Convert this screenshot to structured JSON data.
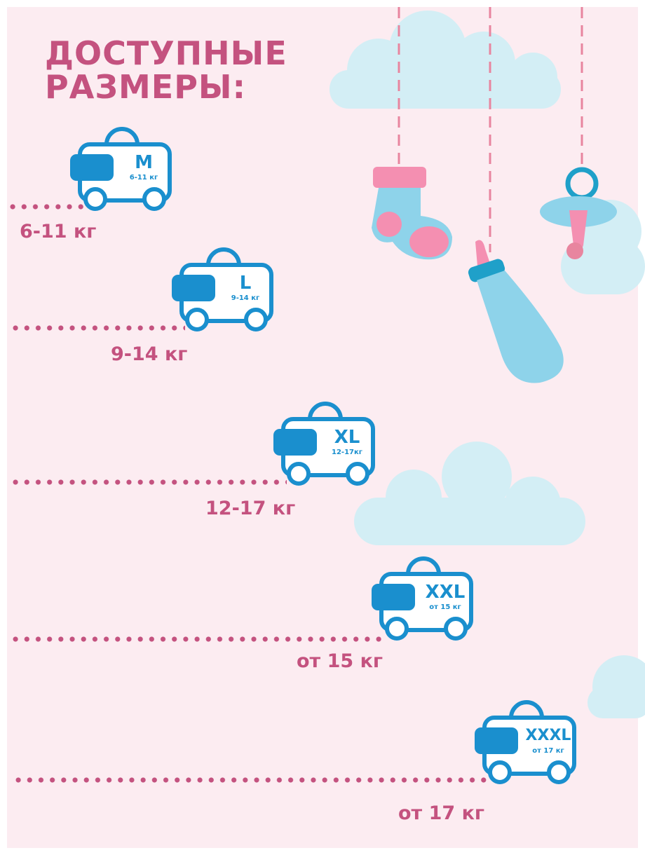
{
  "title": {
    "line1": "Доступные",
    "line2": "размеры:"
  },
  "sizes": [
    {
      "size": "M",
      "weight": "6-11 кг",
      "label": "6-11 кг"
    },
    {
      "size": "L",
      "weight": "9-14 кг",
      "label": "9-14 кг"
    },
    {
      "size": "XL",
      "weight": "12-17кг",
      "label": "12-17 кг"
    },
    {
      "size": "XXL",
      "weight": "от 15 кг",
      "label": "от 15 кг"
    },
    {
      "size": "XXXL",
      "weight": "от 17 кг",
      "label": "от 17 кг"
    }
  ],
  "colors": {
    "background": "#fcecf1",
    "accent": "#c4527f",
    "blue": "#1a8fce",
    "cloud": "#d3eef5"
  }
}
